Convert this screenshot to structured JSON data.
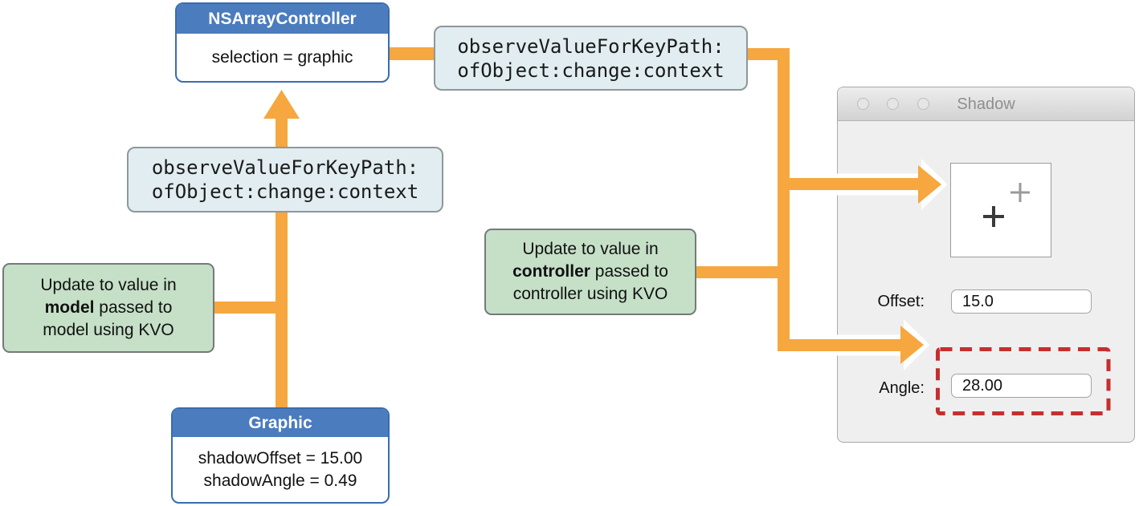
{
  "colors": {
    "arrow_orange": "#F6A73F",
    "node_header_blue": "#4A7CBE",
    "node_border_blue": "#3A6CB0",
    "code_box_bg": "#E1EDF0",
    "note_green_bg": "#C5E0C7",
    "highlight_red": "#C52F2F",
    "window_bg": "#F0EFEF"
  },
  "nodes": {
    "array_controller": {
      "title": "NSArrayController",
      "body": "selection = graphic"
    },
    "graphic": {
      "title": "Graphic",
      "line1": "shadowOffset = 15.00",
      "line2": "shadowAngle = 0.49"
    },
    "kvo_top": {
      "line1": "observeValueForKeyPath:",
      "line2": "ofObject:change:context"
    },
    "kvo_mid": {
      "line1": "observeValueForKeyPath:",
      "line2": "ofObject:change:context"
    },
    "model_note": {
      "line1": "Update to value in",
      "bold": "model",
      "line2_rest": " passed to",
      "line3": "model using KVO"
    },
    "controller_note": {
      "line1": "Update to value in",
      "bold": "controller",
      "line2_rest": " passed to",
      "line3": "controller using KVO"
    }
  },
  "window": {
    "title": "Shadow",
    "offset_label": "Offset:",
    "offset_value": "15.0",
    "angle_label": "Angle:",
    "angle_value": "28.00"
  },
  "icons": {
    "window_controls": [
      "close",
      "minimize",
      "zoom"
    ],
    "crosshair_secondary": "plus-crosshair-gray",
    "crosshair_primary": "plus-crosshair-dark"
  }
}
